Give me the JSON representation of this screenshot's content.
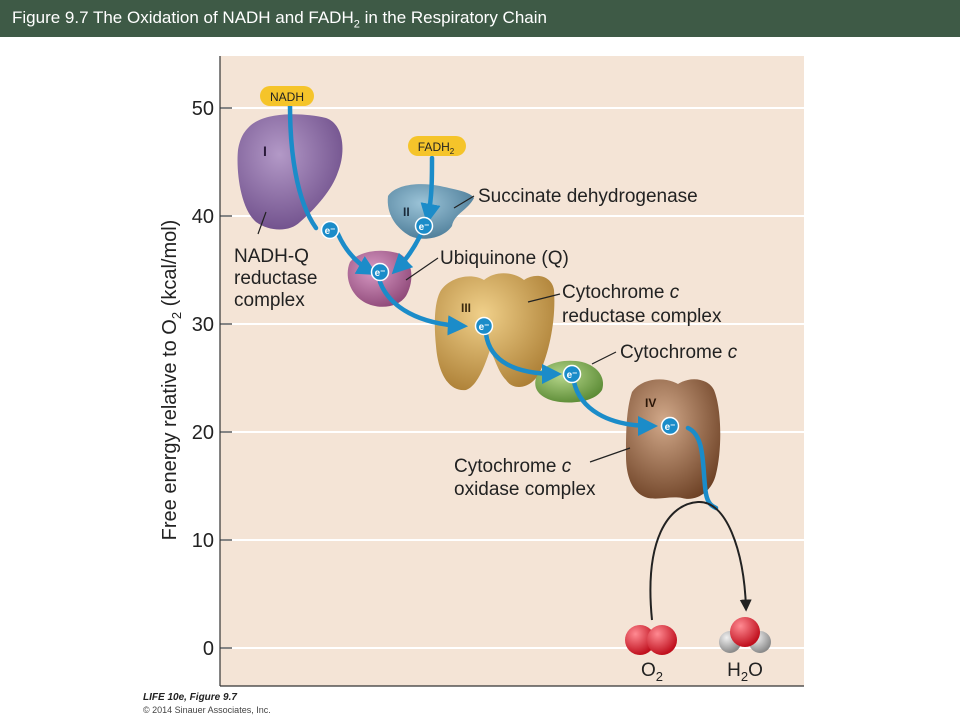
{
  "title": {
    "prefix": "Figure 9.7  The Oxidation of NADH and FADH",
    "sub": "2",
    "suffix": " in the Respiratory Chain"
  },
  "axis": {
    "label_main": "Free energy relative to O",
    "label_sub": "2",
    "label_unit": " (kcal/mol)",
    "ticks": [
      "0",
      "10",
      "20",
      "30",
      "40",
      "50"
    ]
  },
  "molecules": {
    "nadh": "NADH",
    "fadh_main": "FADH",
    "fadh_sub": "2",
    "electron": "e⁻",
    "o2_main": "O",
    "o2_sub": "2",
    "h2o_h": "H",
    "h2o_sub": "2",
    "h2o_o": "O"
  },
  "complexes": {
    "complex1_numeral": "I",
    "complex2_numeral": "II",
    "complex3_numeral": "III",
    "complex4_numeral": "IV"
  },
  "labels": {
    "nadhq_1": "NADH-Q",
    "nadhq_2": "reductase",
    "nadhq_3": "complex",
    "succinate": "Succinate dehydrogenase",
    "ubiquinone": "Ubiquinone (Q)",
    "cytred_1_main": "Cytochrome ",
    "cytred_1_italic": "c",
    "cytred_2": "reductase complex",
    "cytc_main": "Cytochrome ",
    "cytc_italic": "c",
    "cytox_1_main": "Cytochrome ",
    "cytox_1_italic": "c",
    "cytox_2": "oxidase complex"
  },
  "credit": {
    "book": "LIFE 10e, Figure 9.7",
    "copyright": "© 2014 Sinauer Associates, Inc."
  },
  "colors": {
    "title_bar": "#3e5a46",
    "panel": "#f4e4d6",
    "arrow_blue": "#1b8cc9",
    "nadh_badge": "#f5c42a",
    "complex1": "#8a6aa0",
    "complex2": "#6a98b0",
    "ubiquinone": "#b26a9a",
    "complex3": "#c9a050",
    "cytochrome_c": "#7aa64e",
    "complex4": "#8a5a3a",
    "oxygen_red": "#e0283a",
    "hydrogen_gray": "#b8b8b8"
  }
}
